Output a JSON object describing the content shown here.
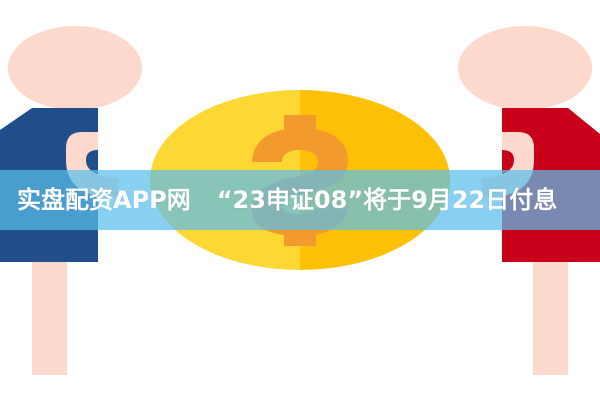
{
  "headline": {
    "site_name": "实盘配资APP网",
    "title": "“23申证08”将于9月22日付息"
  },
  "illustration": {
    "description": "two people exchanging a gold dollar coin",
    "icons": [
      "person-left-icon",
      "person-right-icon",
      "dollar-coin-icon"
    ]
  },
  "colors": {
    "skin": "#fcd9cc",
    "shirt_left": "#1f4e8a",
    "shirt_right": "#c8001a",
    "coin_left": "#fdd835",
    "coin_right": "#ffc107",
    "dollar_sign": "#f08a2c",
    "banner_overlay": "#5abeeb",
    "banner_text": "#ffffff"
  }
}
